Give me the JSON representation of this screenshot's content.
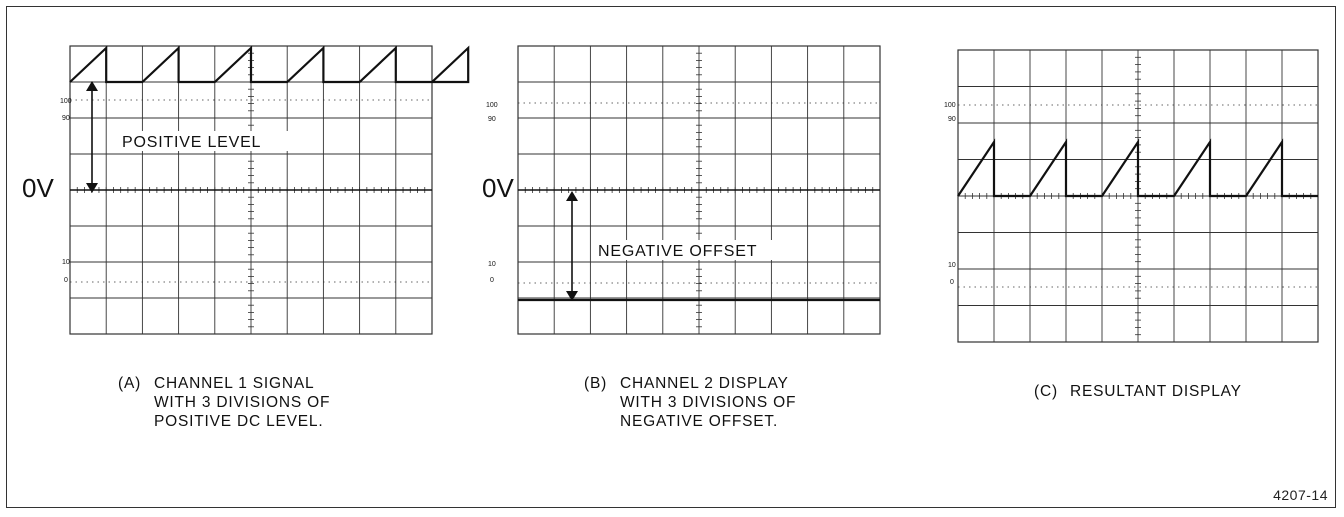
{
  "figure_number": "4207-14",
  "panels": [
    {
      "id": "a",
      "caption_marker": "(A)",
      "caption_lines": [
        "CHANNEL 1 SIGNAL",
        "WITH 3 DIVISIONS OF",
        "POSITIVE DC LEVEL."
      ],
      "zero_label": "0V",
      "annotation": "POSITIVE LEVEL",
      "graticule_marks": [
        "100",
        "90",
        "10",
        "0"
      ]
    },
    {
      "id": "b",
      "caption_marker": "(B)",
      "caption_lines": [
        "CHANNEL 2 DISPLAY",
        "WITH 3 DIVISIONS OF",
        "NEGATIVE OFFSET."
      ],
      "zero_label": "0V",
      "annotation": "NEGATIVE OFFSET",
      "graticule_marks": [
        "100",
        "90",
        "10",
        "0"
      ]
    },
    {
      "id": "c",
      "caption_marker": "(C)",
      "caption_lines": [
        "RESULTANT DISPLAY"
      ],
      "zero_label": "",
      "annotation": "",
      "graticule_marks": [
        "100",
        "90",
        "10",
        "0"
      ]
    }
  ],
  "graticule": {
    "divisions_horizontal": 10,
    "divisions_vertical": 8
  },
  "colors": {
    "trace": "#111111",
    "grid": "#333333",
    "background": "#ffffff"
  }
}
